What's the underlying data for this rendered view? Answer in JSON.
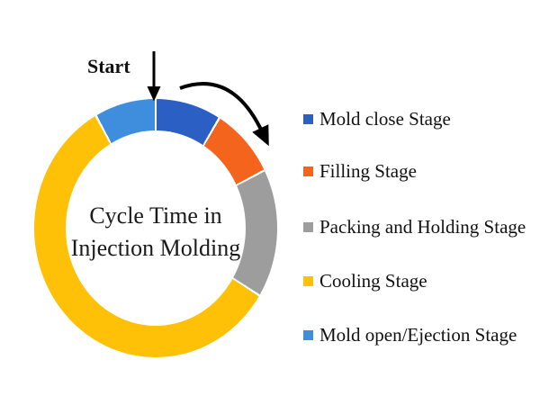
{
  "start_label": "Start",
  "center_title": {
    "line1": "Cycle Time in",
    "line2": "Injection Molding"
  },
  "chart_data": {
    "type": "pie",
    "subtype": "donut",
    "title": "Cycle Time in Injection Molding",
    "rotation_direction": "clockwise",
    "start_annotation": "Start",
    "start_angle_deg": 0,
    "legend_position": "right",
    "segments": [
      {
        "label": "Mold close Stage",
        "color": "#2b5fc4",
        "start_deg": 0,
        "end_deg": 30,
        "pct": 8.3
      },
      {
        "label": "Filling Stage",
        "color": "#f4641d",
        "start_deg": 30,
        "end_deg": 62,
        "pct": 8.9
      },
      {
        "label": "Packing and Holding Stage",
        "color": "#9d9d9d",
        "start_deg": 62,
        "end_deg": 123,
        "pct": 16.9
      },
      {
        "label": "Cooling Stage",
        "color": "#fec107",
        "start_deg": 123,
        "end_deg": 332,
        "pct": 58.1
      },
      {
        "label": "Mold open/Ejection Stage",
        "color": "#3f8ede",
        "start_deg": 332,
        "end_deg": 360,
        "pct": 7.8
      }
    ]
  },
  "colors": {
    "background": "#ffffff",
    "arrow": "#000000",
    "separator": "#ffffff",
    "text": "#1a1a1a"
  }
}
